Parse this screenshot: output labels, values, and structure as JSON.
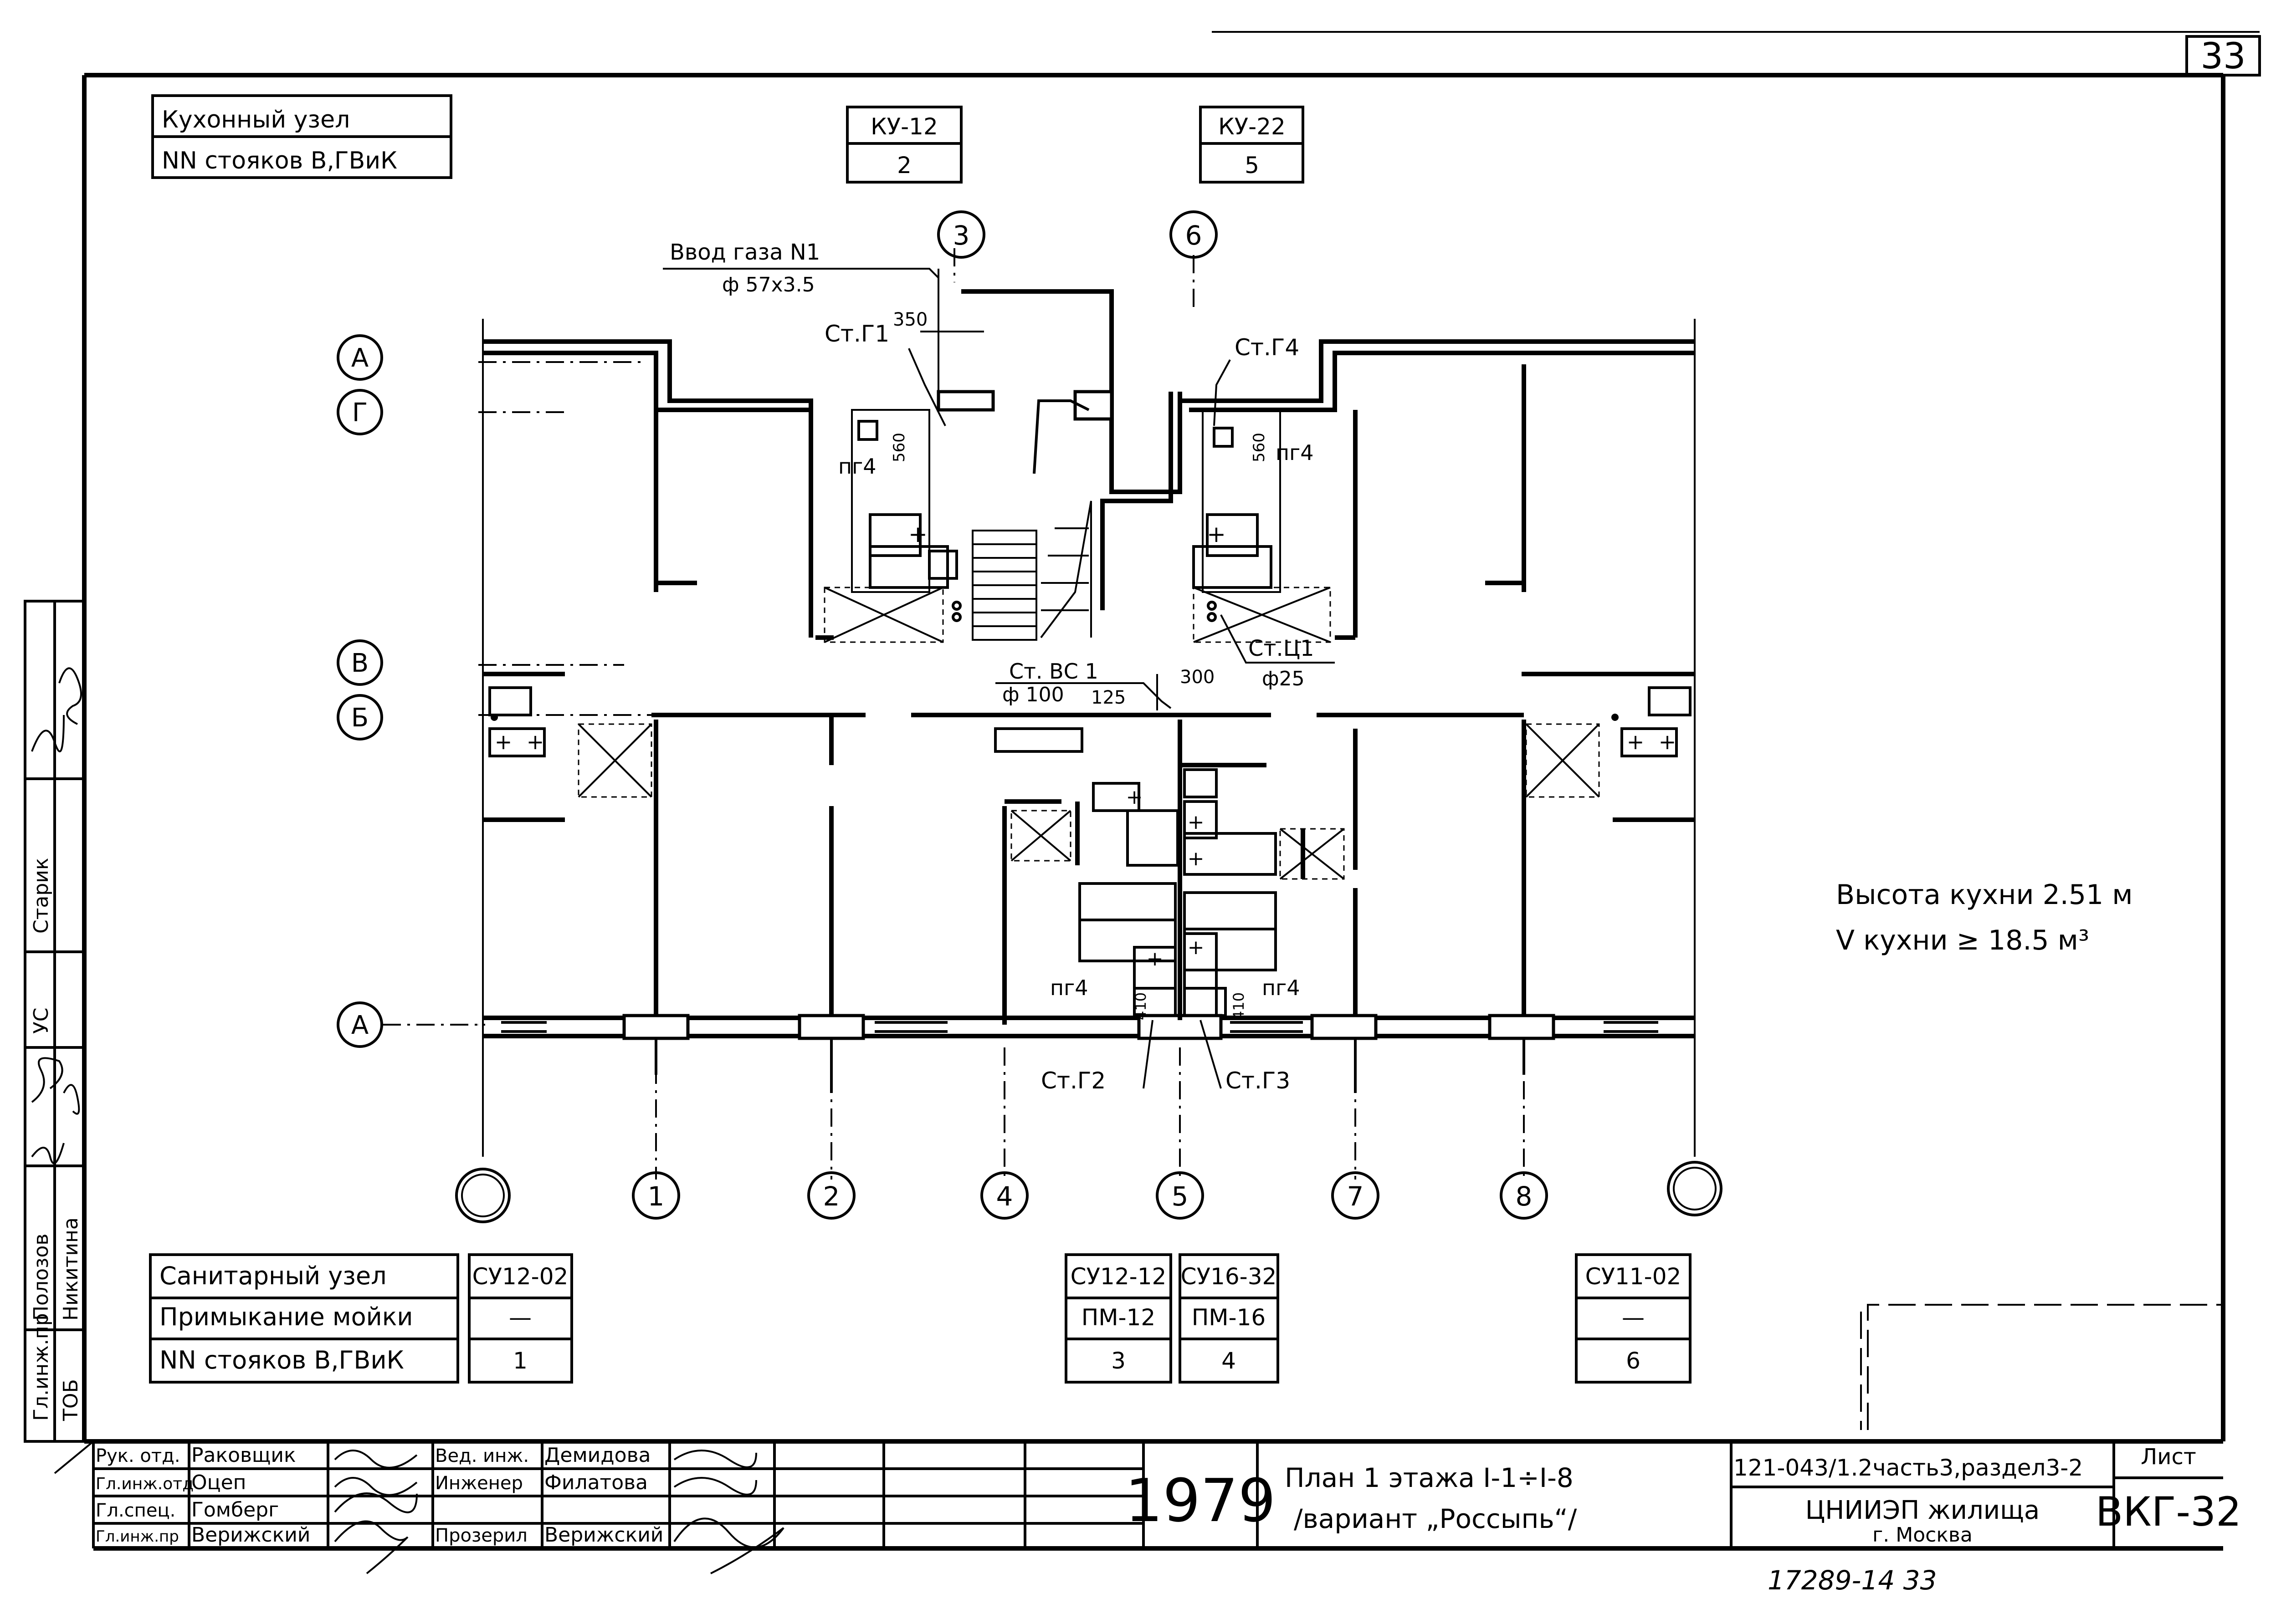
{
  "sheet_number": "33",
  "kitchen_table": {
    "row1": "Кухонный узел",
    "row2": "NN стояков В,ГВиК",
    "units": [
      {
        "code": "КУ-12",
        "riser": "2"
      },
      {
        "code": "КУ-22",
        "riser": "5"
      }
    ]
  },
  "gas_input": {
    "label": "Ввод газа N1",
    "pipe": "ф 57х3.5",
    "dim": "350"
  },
  "axis_letters": {
    "a_top": "А",
    "g": "Г",
    "v": "В",
    "b": "Б",
    "a_bottom": "А"
  },
  "axis_numbers": [
    "1",
    "2",
    "4",
    "5",
    "7",
    "8"
  ],
  "axis_top_numbers": [
    "3",
    "6"
  ],
  "risers": {
    "g1": "Ст.Г1",
    "g4": "Ст.Г4",
    "g2": "Ст.Г2",
    "g3": "Ст.Г3",
    "vs1": "Ст. ВС 1",
    "vs1_pipe": "ф 100",
    "vs1_dim1": "125",
    "vs1_dim2": "300",
    "c1": "Ст.Ц1",
    "c1_pipe": "ф25"
  },
  "stove_labels": {
    "pg4": "пг4"
  },
  "dimensions": {
    "d560": "560",
    "d410": "410"
  },
  "kitchen_info": {
    "height": "Высота кухни   2.51 м",
    "volume": "V кухни   ≥   18.5 м³"
  },
  "sanitary_table": {
    "rows": [
      "Санитарный узел",
      "Примыкание мойки",
      "NN стояков В,ГВиК"
    ],
    "col1": [
      "СУ12-02",
      "—",
      "1"
    ],
    "col2": [
      "СУ12-12",
      "ПМ-12",
      "3"
    ],
    "col3": [
      "СУ16-32",
      "ПМ-16",
      "4"
    ],
    "col4": [
      "СУ11-02",
      "—",
      "6"
    ]
  },
  "side_stamp": {
    "rows": [
      {
        "role": "Гл.инж.пр",
        "name": "Полозов"
      },
      {
        "role": "УС",
        "name": "Старик"
      },
      {
        "role": "ТОБ",
        "name": "Никитина"
      }
    ]
  },
  "title_block": {
    "people": [
      {
        "role": "Рук. отд.",
        "name": "Раковщик"
      },
      {
        "role": "Гл.инж.отд",
        "name": "Оцеп"
      },
      {
        "role": "Гл.спец.",
        "name": "Гомберг"
      },
      {
        "role": "Гл.инж.пр",
        "name": "Верижский"
      }
    ],
    "people2": [
      {
        "role": "Вед. инж.",
        "name": "Демидова"
      },
      {
        "role": "Инженер",
        "name": "Филатова"
      },
      {
        "role": "Прозерил",
        "name": "Верижский"
      }
    ],
    "year": "1979",
    "title_line1": "План 1 этажа  I-1÷I-8",
    "title_line2": "/вариант „Россыпь“/",
    "project_code": "121-043/1.2часть3,раздел3-2",
    "org_line1": "ЦНИИЭП жилища",
    "org_line2": "г. Москва",
    "sheet_label": "Лист",
    "sheet_code": "ВКГ-32"
  },
  "archive_number": "17289-14   33"
}
